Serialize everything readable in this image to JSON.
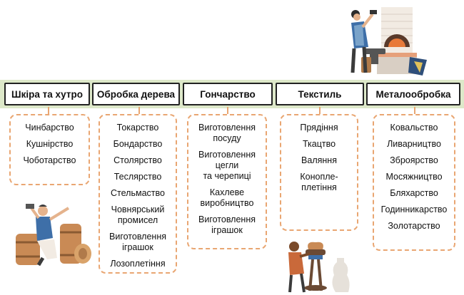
{
  "categories": [
    {
      "title": "Шкіра та хутро",
      "items": [
        [
          "Чинбарство"
        ],
        [
          "Кушнірство"
        ],
        [
          "Чоботарство"
        ]
      ]
    },
    {
      "title": "Обробка дерева",
      "items": [
        [
          "Токарство"
        ],
        [
          "Бондарство"
        ],
        [
          "Столярство"
        ],
        [
          "Теслярство"
        ],
        [
          "Стельмаство"
        ],
        [
          "Човнярський",
          "промисел"
        ],
        [
          "Виготовлення",
          "іграшок"
        ],
        [
          "Лозоплетіння"
        ]
      ]
    },
    {
      "title": "Гончарство",
      "items": [
        [
          "Виготовлення",
          "посуду"
        ],
        [
          "Виготовлення",
          "цегли",
          "та черепиці"
        ],
        [
          "Кахлеве",
          "виробництво"
        ],
        [
          "Виготовлення",
          "іграшок"
        ]
      ]
    },
    {
      "title": "Текстиль",
      "items": [
        [
          "Прядіння"
        ],
        [
          "Ткацтво"
        ],
        [
          "Валяння"
        ],
        [
          "Конопле-",
          "плетіння"
        ]
      ]
    },
    {
      "title": "Металообробка",
      "items": [
        [
          "Ковальство"
        ],
        [
          "Ливарництво"
        ],
        [
          "Зброярство"
        ],
        [
          "Мосяжництво"
        ],
        [
          "Бляхарство"
        ],
        [
          "Годинникарство"
        ],
        [
          "Золотарство"
        ]
      ]
    }
  ],
  "colors": {
    "band": "#dde8c9",
    "dashed_border": "#e9a672",
    "header_border": "#222222"
  },
  "illustrations": [
    "blacksmith-illustration",
    "cooper-illustration",
    "potter-illustration"
  ]
}
